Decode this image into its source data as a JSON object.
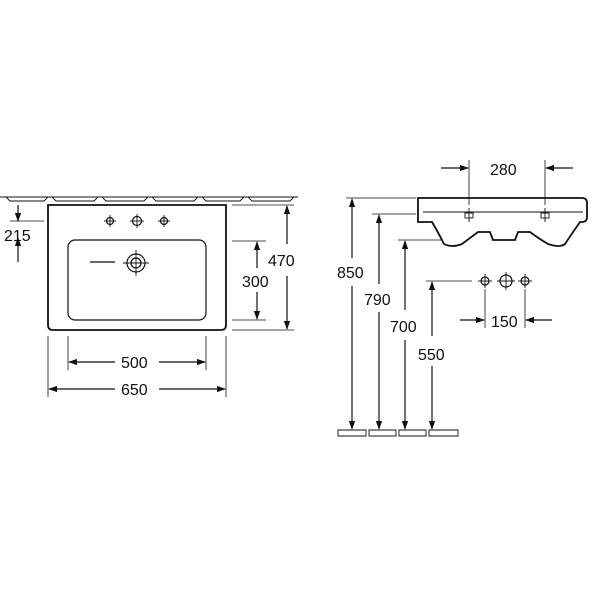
{
  "dimensions": {
    "front_view": {
      "width_overall": "650",
      "width_inner": "500",
      "height_overall": "470",
      "height_inner": "300",
      "tap_hole_offset": "215"
    },
    "side_view": {
      "height_850": "850",
      "height_790": "790",
      "height_700": "700",
      "height_550": "550",
      "tap_hole_depth": "280",
      "fitting_spacing": "150"
    }
  },
  "colors": {
    "line": "#111111",
    "background": "#ffffff"
  }
}
